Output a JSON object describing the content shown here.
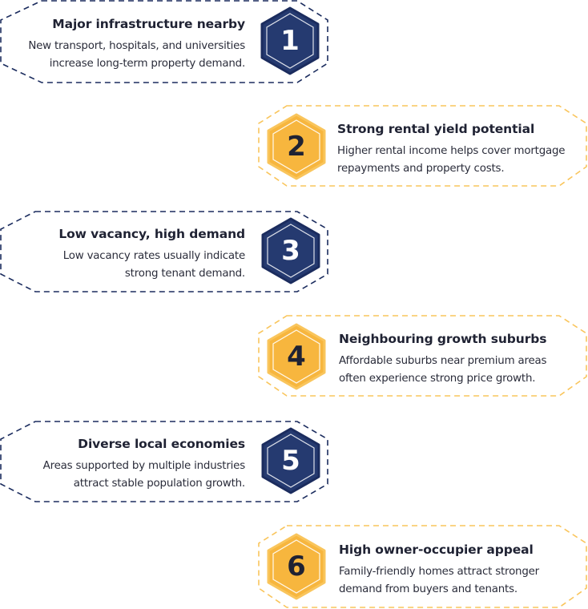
{
  "colors": {
    "navy": "#253a70",
    "navy_border": "#1b2c5e",
    "gold": "#f7b63e",
    "gold_border": "#f9c55c",
    "text": "#1f2233"
  },
  "items": [
    {
      "number": "1",
      "title": "Major infrastructure nearby",
      "desc_line1": "New transport, hospitals, and universities",
      "desc_line2": "increase long-term property demand."
    },
    {
      "number": "2",
      "title": "Strong rental yield potential",
      "desc_line1": "Higher rental income helps cover mortgage",
      "desc_line2": "repayments and property costs."
    },
    {
      "number": "3",
      "title": "Low vacancy, high demand",
      "desc_line1": "Low vacancy rates usually indicate",
      "desc_line2": "strong tenant demand."
    },
    {
      "number": "4",
      "title": "Neighbouring growth suburbs",
      "desc_line1": "Affordable suburbs near premium areas",
      "desc_line2": "often experience strong price growth."
    },
    {
      "number": "5",
      "title": "Diverse local economies",
      "desc_line1": "Areas supported by multiple industries",
      "desc_line2": "attract stable population growth."
    },
    {
      "number": "6",
      "title": "High owner-occupier appeal",
      "desc_line1": "Family-friendly homes attract stronger",
      "desc_line2": "demand from buyers and tenants."
    }
  ]
}
